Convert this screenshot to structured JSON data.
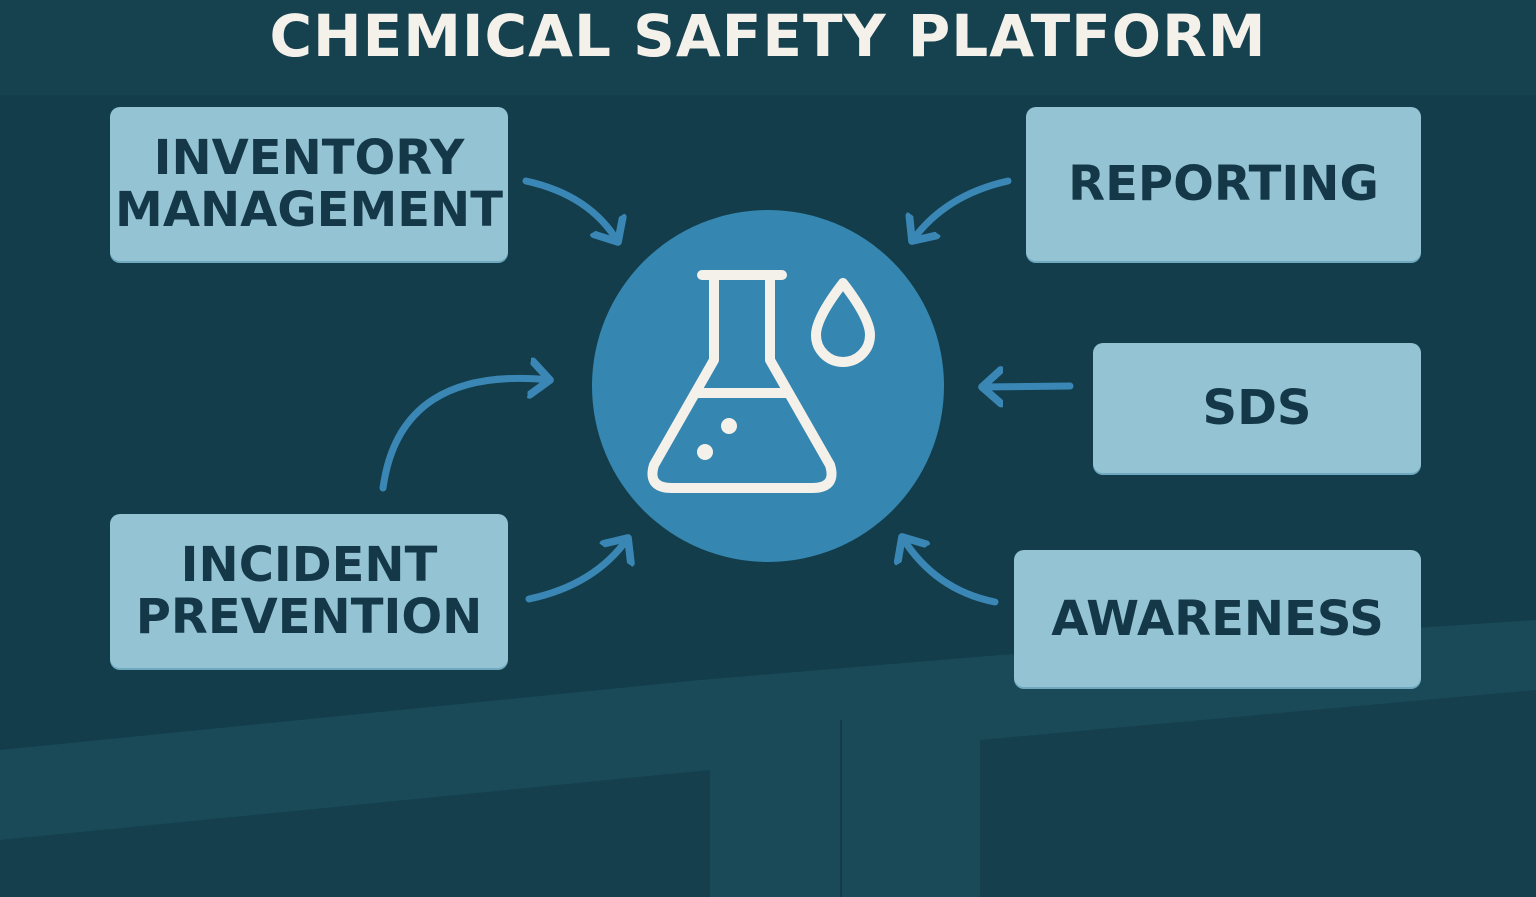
{
  "title": "CHEMICAL SAFETY PLATFORM",
  "nodes": {
    "inventory": [
      "INVENTORY",
      "MANAGEMENT"
    ],
    "reporting": "REPORTING",
    "sds": "SDS",
    "incident": [
      "INCIDENT",
      "PREVENTION"
    ],
    "awareness": "AWARENESS"
  },
  "center_icon": "flask-with-droplet-icon",
  "colors": {
    "background": "#133d4a",
    "box": "#94c4d4",
    "box_text": "#143847",
    "center": "#3586b0",
    "arrow": "#3a87b5",
    "title": "#f4f1ea"
  }
}
